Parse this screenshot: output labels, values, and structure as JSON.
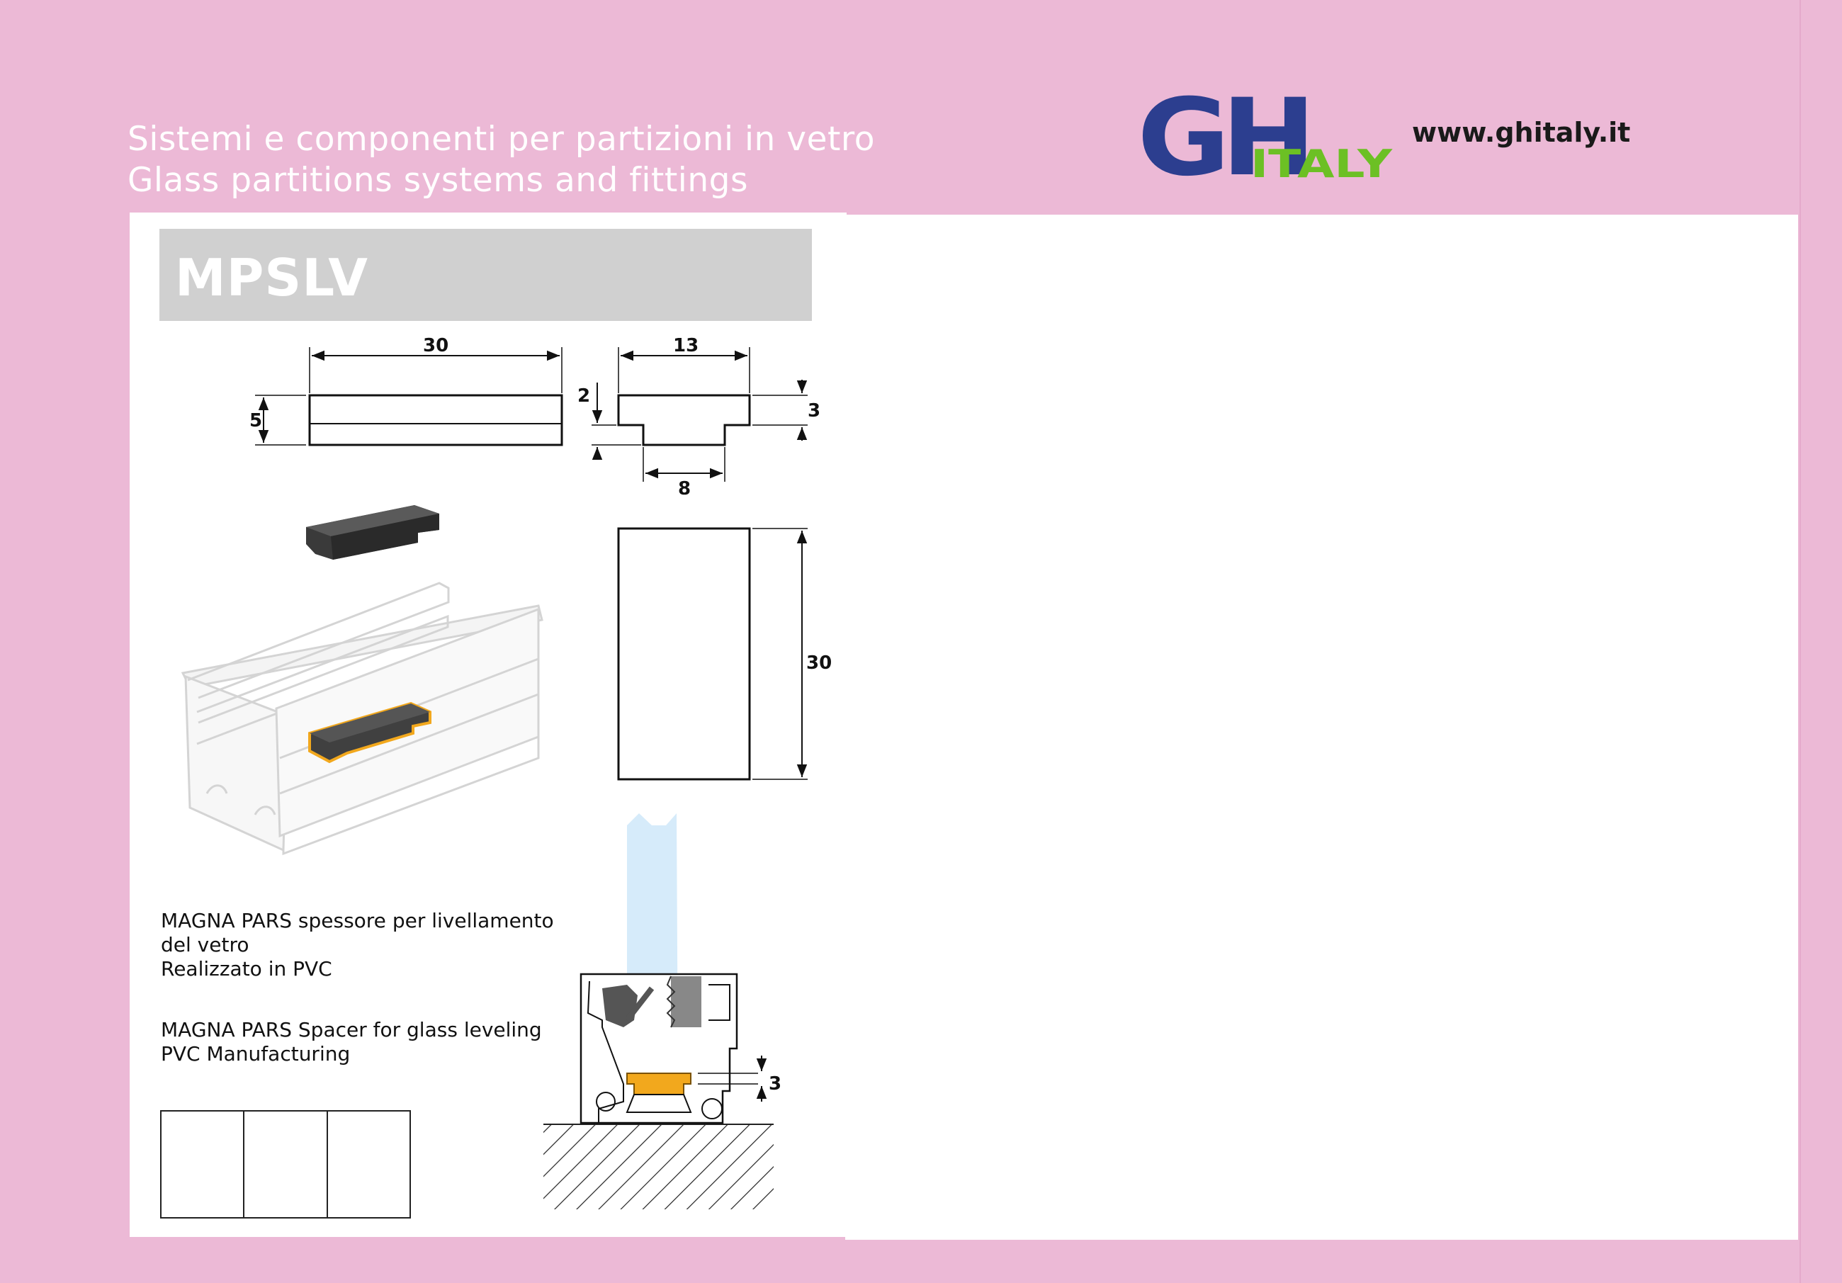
{
  "header": {
    "tagline_it": "Sistemi e componenti per partizioni in vetro",
    "tagline_en": "Glass partitions systems and fittings",
    "logo_gh": "GH",
    "logo_italy": "ITALY",
    "website": "www.ghitaly.it"
  },
  "product": {
    "code": "MPSLV",
    "description_it": [
      "MAGNA PARS spessore per livellamento",
      "del vetro",
      "Realizzato in PVC"
    ],
    "description_en": [
      "MAGNA PARS Spacer for glass leveling",
      "PVC Manufacturing"
    ]
  },
  "dimensions": {
    "top_length": "30",
    "top_height": "5",
    "profile_width": "13",
    "profile_step": "2",
    "profile_height": "3",
    "profile_base": "8",
    "plan_length": "30",
    "section_height": "3"
  },
  "colors": {
    "background": "#ecb9d6",
    "logo_blue": "#2c3e8f",
    "logo_green": "#6cc024",
    "highlight": "#f2a81d",
    "glass": "#d6ebfa"
  }
}
